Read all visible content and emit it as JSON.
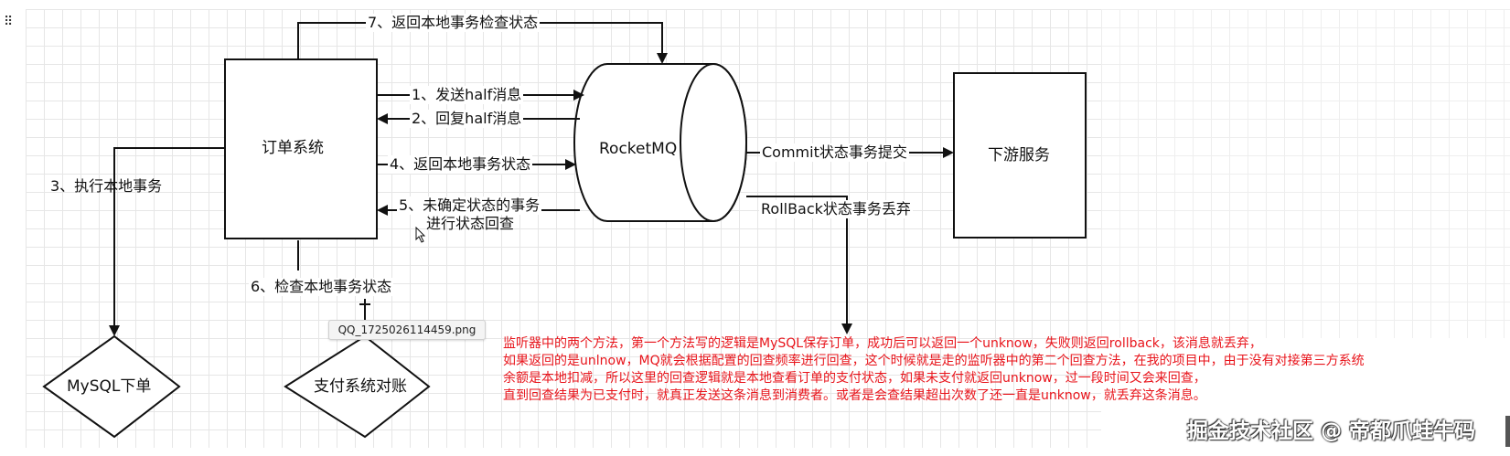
{
  "nodes": {
    "order_system": "订单系统",
    "rocketmq": "RocketMQ",
    "downstream": "下游服务",
    "mysql_order": "MySQL下单",
    "payment_reconcile": "支付系统对账"
  },
  "edges": {
    "step1": "1、发送half消息",
    "step2": "2、回复half消息",
    "step3": "3、执行本地事务",
    "step4": "4、返回本地事务状态",
    "step5_line1": "5、未确定状态的事务",
    "step5_line2": "进行状态回查",
    "step6": "6、检查本地事务状态",
    "step7": "7、返回本地事务检查状态",
    "commit": "Commit状态事务提交",
    "rollback": "RollBack状态事务丢弃"
  },
  "tooltip": "QQ_1725026114459.png",
  "note_lines": [
    "监听器中的两个方法，第一个方法写的逻辑是MySQL保存订单，成功后可以返回一个unknow，失败则返回rollback，该消息就丢弃，",
    "如果返回的是unlnow，MQ就会根据配置的回查频率进行回查，这个时候就是走的监听器中的第二个回查方法，在我的项目中，由于没有对接第三方系统",
    "余额是本地扣减，所以这里的回查逻辑就是本地查看订单的支付状态，如果未支付就返回unknow，过一段时间又会来回查，",
    "直到回查结果为已支付时，就真正发送这条消息到消费者。或者是会查结果超出次数了还一直是unknow，就丢弃这条消息。"
  ],
  "watermark": "掘金技术社区 @ 帝都爪蛙牛码",
  "colors": {
    "note": "#e8141b",
    "line": "#111111",
    "grid": "#e6e6e6"
  }
}
